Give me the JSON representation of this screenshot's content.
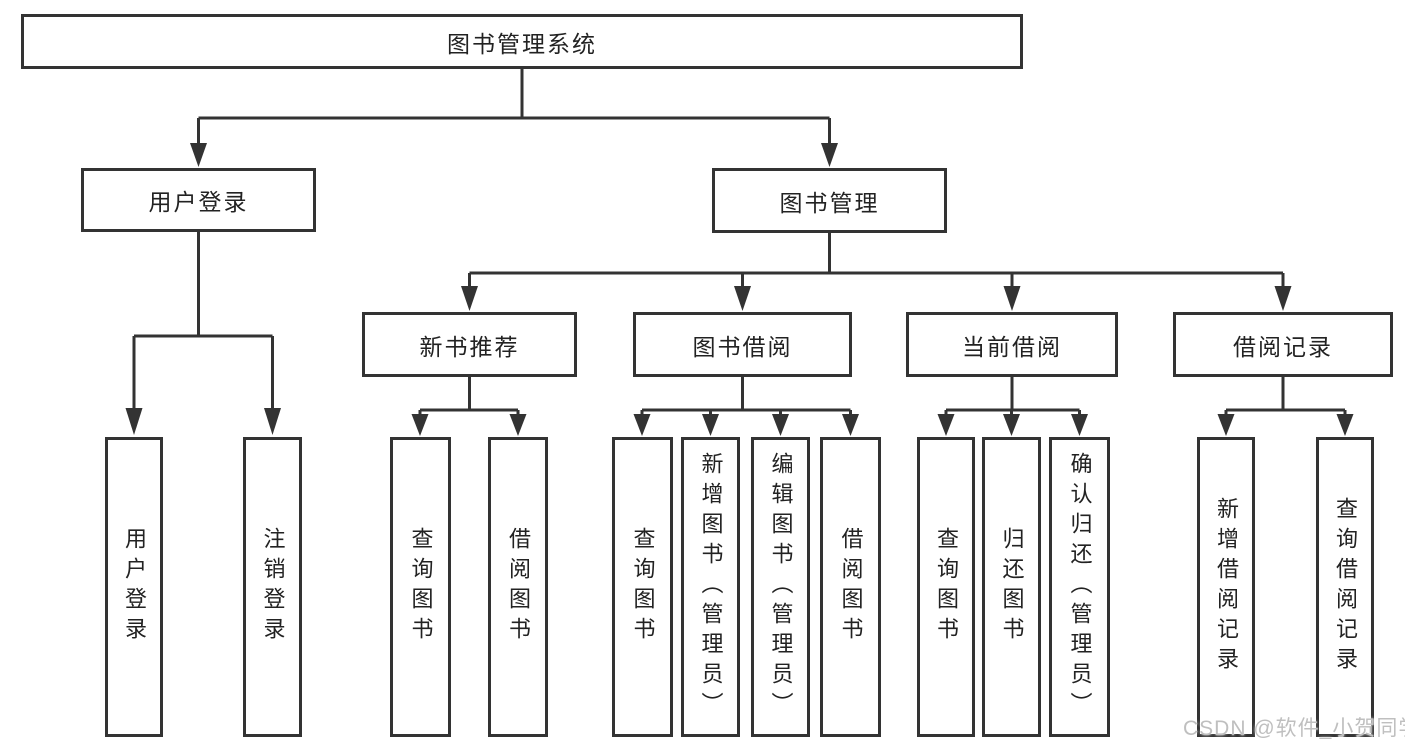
{
  "diagram": {
    "root": {
      "label": "图书管理系统"
    },
    "branches": {
      "user_login": {
        "label": "用户登录"
      },
      "book_mgmt": {
        "label": "图书管理"
      }
    },
    "modules": [
      {
        "label": "新书推荐"
      },
      {
        "label": "图书借阅"
      },
      {
        "label": "当前借阅"
      },
      {
        "label": "借阅记录"
      }
    ],
    "leaves": [
      "用户登录",
      "注销登录",
      "查询图书",
      "借阅图书",
      "查询图书",
      "新增图书（管理员）",
      "编辑图书（管理员）",
      "借阅图书",
      "查询图书",
      "归还图书",
      "确认归还（管理员）",
      "新增借阅记录",
      "查询借阅记录"
    ],
    "watermark": "CSDN @软件_小贺同学",
    "colors": {
      "line": "#333333",
      "background": "#ffffff",
      "watermark": "#bfbfbf"
    }
  }
}
